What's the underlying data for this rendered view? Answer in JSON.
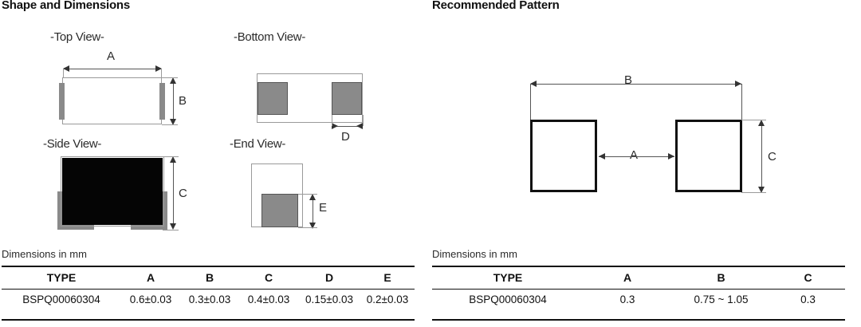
{
  "shape_panel": {
    "title": "Shape and Dimensions",
    "views": {
      "top": "-Top View-",
      "bottom": "-Bottom View-",
      "side": "-Side View-",
      "end": "-End View-"
    },
    "dimension_labels": {
      "a": "A",
      "b": "B",
      "c": "C",
      "d": "D",
      "e": "E"
    },
    "units_note": "Dimensions in mm",
    "table": {
      "headers": [
        "TYPE",
        "A",
        "B",
        "C",
        "D",
        "E"
      ],
      "rows": [
        [
          "BSPQ00060304",
          "0.6±0.03",
          "0.3±0.03",
          "0.4±0.03",
          "0.15±0.03",
          "0.2±0.03"
        ]
      ]
    }
  },
  "pattern_panel": {
    "title": "Recommended Pattern",
    "dimension_labels": {
      "a": "A",
      "b": "B",
      "c": "C"
    },
    "units_note": "Dimensions in mm",
    "table": {
      "headers": [
        "TYPE",
        "A",
        "B",
        "C"
      ],
      "rows": [
        [
          "BSPQ00060304",
          "0.3",
          "0.75 ~ 1.05",
          "0.3"
        ]
      ]
    }
  },
  "colors": {
    "body_black": "#050505",
    "terminal_gray": "#8a8a8a",
    "outline": "#555555",
    "outline_light": "#9a9a9a",
    "text": "#1a1a1a",
    "pad_border": "#111111"
  }
}
